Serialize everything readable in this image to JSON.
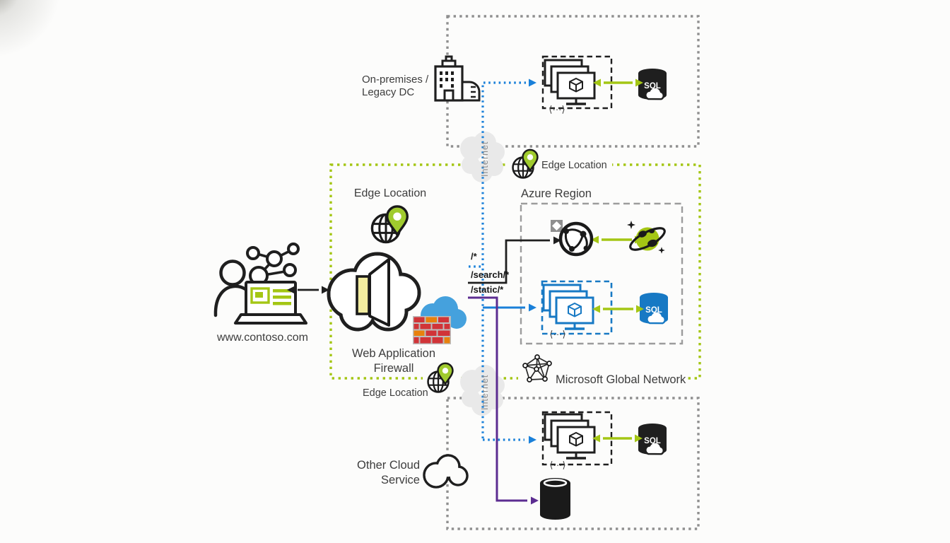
{
  "colors": {
    "lime": "#a4c614",
    "blue": "#1a80d9",
    "icon_blue": "#1779c4",
    "purple": "#5c2d91",
    "black": "#1f1f1f",
    "box_gray": "#8f8f8f",
    "region_gray": "#9c9c9c",
    "text": "#3d3d3d",
    "cloud_gray": "#e9e9e9",
    "cloud_text": "#8d8d8d",
    "door_yellow": "#f3eda0",
    "waf_cloud_blue": "#45a1dd",
    "brick_red": "#d13438",
    "brick_orange": "#e8810d",
    "brick_frame": "#bdbdbd",
    "pin_green": "#a0cb2e"
  },
  "labels": {
    "on_premises": {
      "line1": "On-premises /",
      "line2": "Legacy DC"
    },
    "edge_location_top": "Edge Location",
    "edge_location_left": "Edge Location",
    "edge_location_bottom": "Edge Location",
    "azure_region": "Azure Region",
    "contoso_url": "www.contoso.com",
    "waf": {
      "line1": "Web Application",
      "line2": "Firewall"
    },
    "microsoft_global_network": "Microsoft Global Network",
    "other_cloud": {
      "line1": "Other Cloud",
      "line2": "Service"
    },
    "internet_top": "Internet",
    "internet_bottom": "Internet",
    "routes": {
      "all": "/*",
      "search": "/search/*",
      "static": "/static/*"
    },
    "sql": "SQL",
    "code_glyph": "⟨···⟩"
  }
}
